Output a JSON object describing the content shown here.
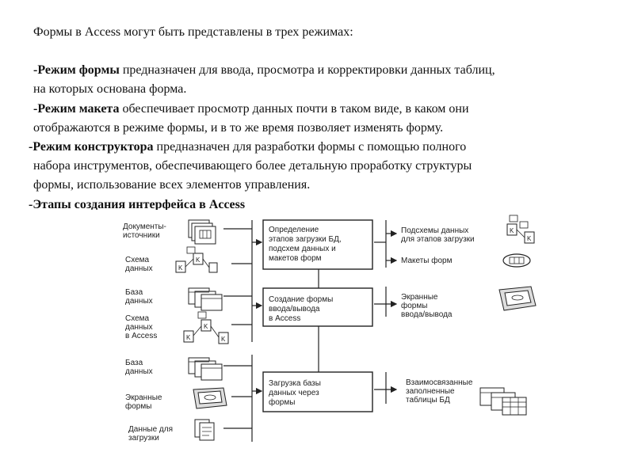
{
  "text": {
    "intro": "Формы в Access могут быть представлены в трех режимах:",
    "p1_bold": "-Режим формы",
    "p1_rest": " предназначен для ввода, просмотра и корректировки данных таблиц,",
    "p1_cont": "на которых основана форма.",
    "p2_bold": "-Режим макета",
    "p2_rest": " обеспечивает просмотр данных почти в таком виде, в каком они",
    "p2_cont": "отображаются в режиме формы, и в то же время позволяет изменять форму.",
    "p3_bold": "-Режим конструктора",
    "p3_rest": " предназначен для разработки формы с помощью полного",
    "p3_cont1": "набора инструментов, обеспечивающего более детальную проработку структуры",
    "p3_cont2": "формы, использование всех элементов управления.",
    "heading": "-Этапы создания интерфейса в Access"
  },
  "diagram": {
    "inputs": {
      "docs": [
        "Документы-",
        "источники"
      ],
      "schema": [
        "Схема",
        "данных"
      ],
      "db1": [
        "База",
        "данных"
      ],
      "schema_access": [
        "Схема",
        "данных",
        "в Access"
      ],
      "db2": [
        "База",
        "данных"
      ],
      "screen_forms": [
        "Экранные",
        "формы"
      ],
      "load_data": [
        "Данные для",
        "загрузки"
      ]
    },
    "boxes": {
      "stage1": [
        "Определение",
        "этапов загрузки БД,",
        "подсхем данных и",
        "макетов форм"
      ],
      "stage2": [
        "Создание формы",
        "ввода/вывода",
        "в Access"
      ],
      "stage3": [
        "Загрузка базы",
        "данных через",
        "формы"
      ]
    },
    "outputs": {
      "subschemas": [
        "Подсхемы данных",
        "для этапов загрузки"
      ],
      "layouts": [
        "Макеты форм"
      ],
      "screen_forms_io": [
        "Экранные",
        "формы",
        "ввода/вывода"
      ],
      "tables": [
        "Взаимосвязанные",
        "заполненные",
        "таблицы БД"
      ]
    },
    "key_letter": "K"
  }
}
